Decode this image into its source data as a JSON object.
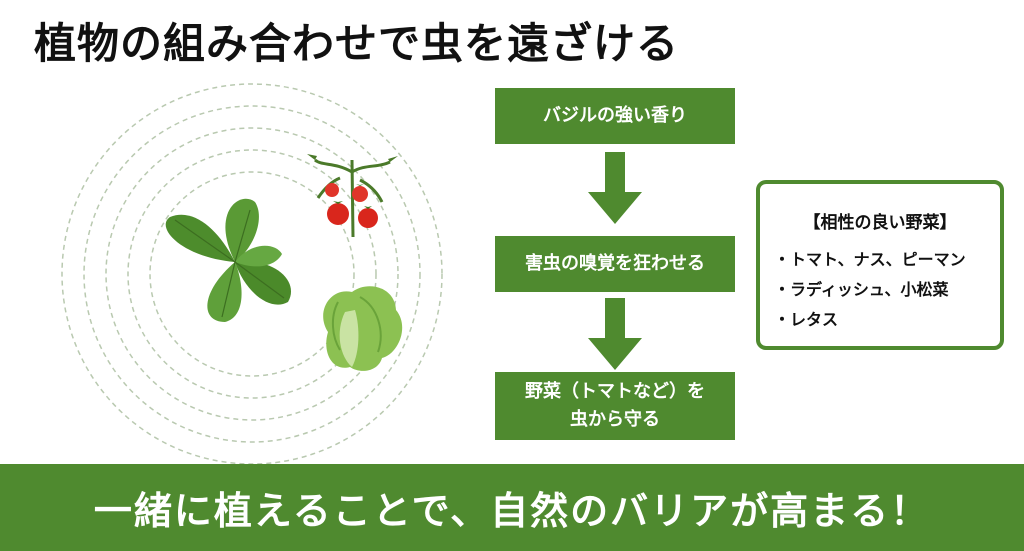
{
  "title": "植物の組み合わせで虫を遠ざける",
  "flow": {
    "steps": [
      {
        "lines": [
          "バジルの強い香り"
        ]
      },
      {
        "lines": [
          "害虫の嗅覚を狂わせる"
        ]
      },
      {
        "lines": [
          "野菜（トマトなど）を",
          "虫から守る"
        ]
      }
    ]
  },
  "companions": {
    "heading": "【相性の良い野菜】",
    "items": [
      "・トマト、ナス、ピーマン",
      "・ラディッシュ、小松菜",
      "・レタス"
    ]
  },
  "banner": "一緒に植えることで、自然のバリアが高まる！",
  "colors": {
    "accent": "#4f8a2f",
    "ring": "#b9c9b0",
    "basil": "#5a9a35",
    "tomato": "#d9261c",
    "lettuce": "#8cc152"
  }
}
